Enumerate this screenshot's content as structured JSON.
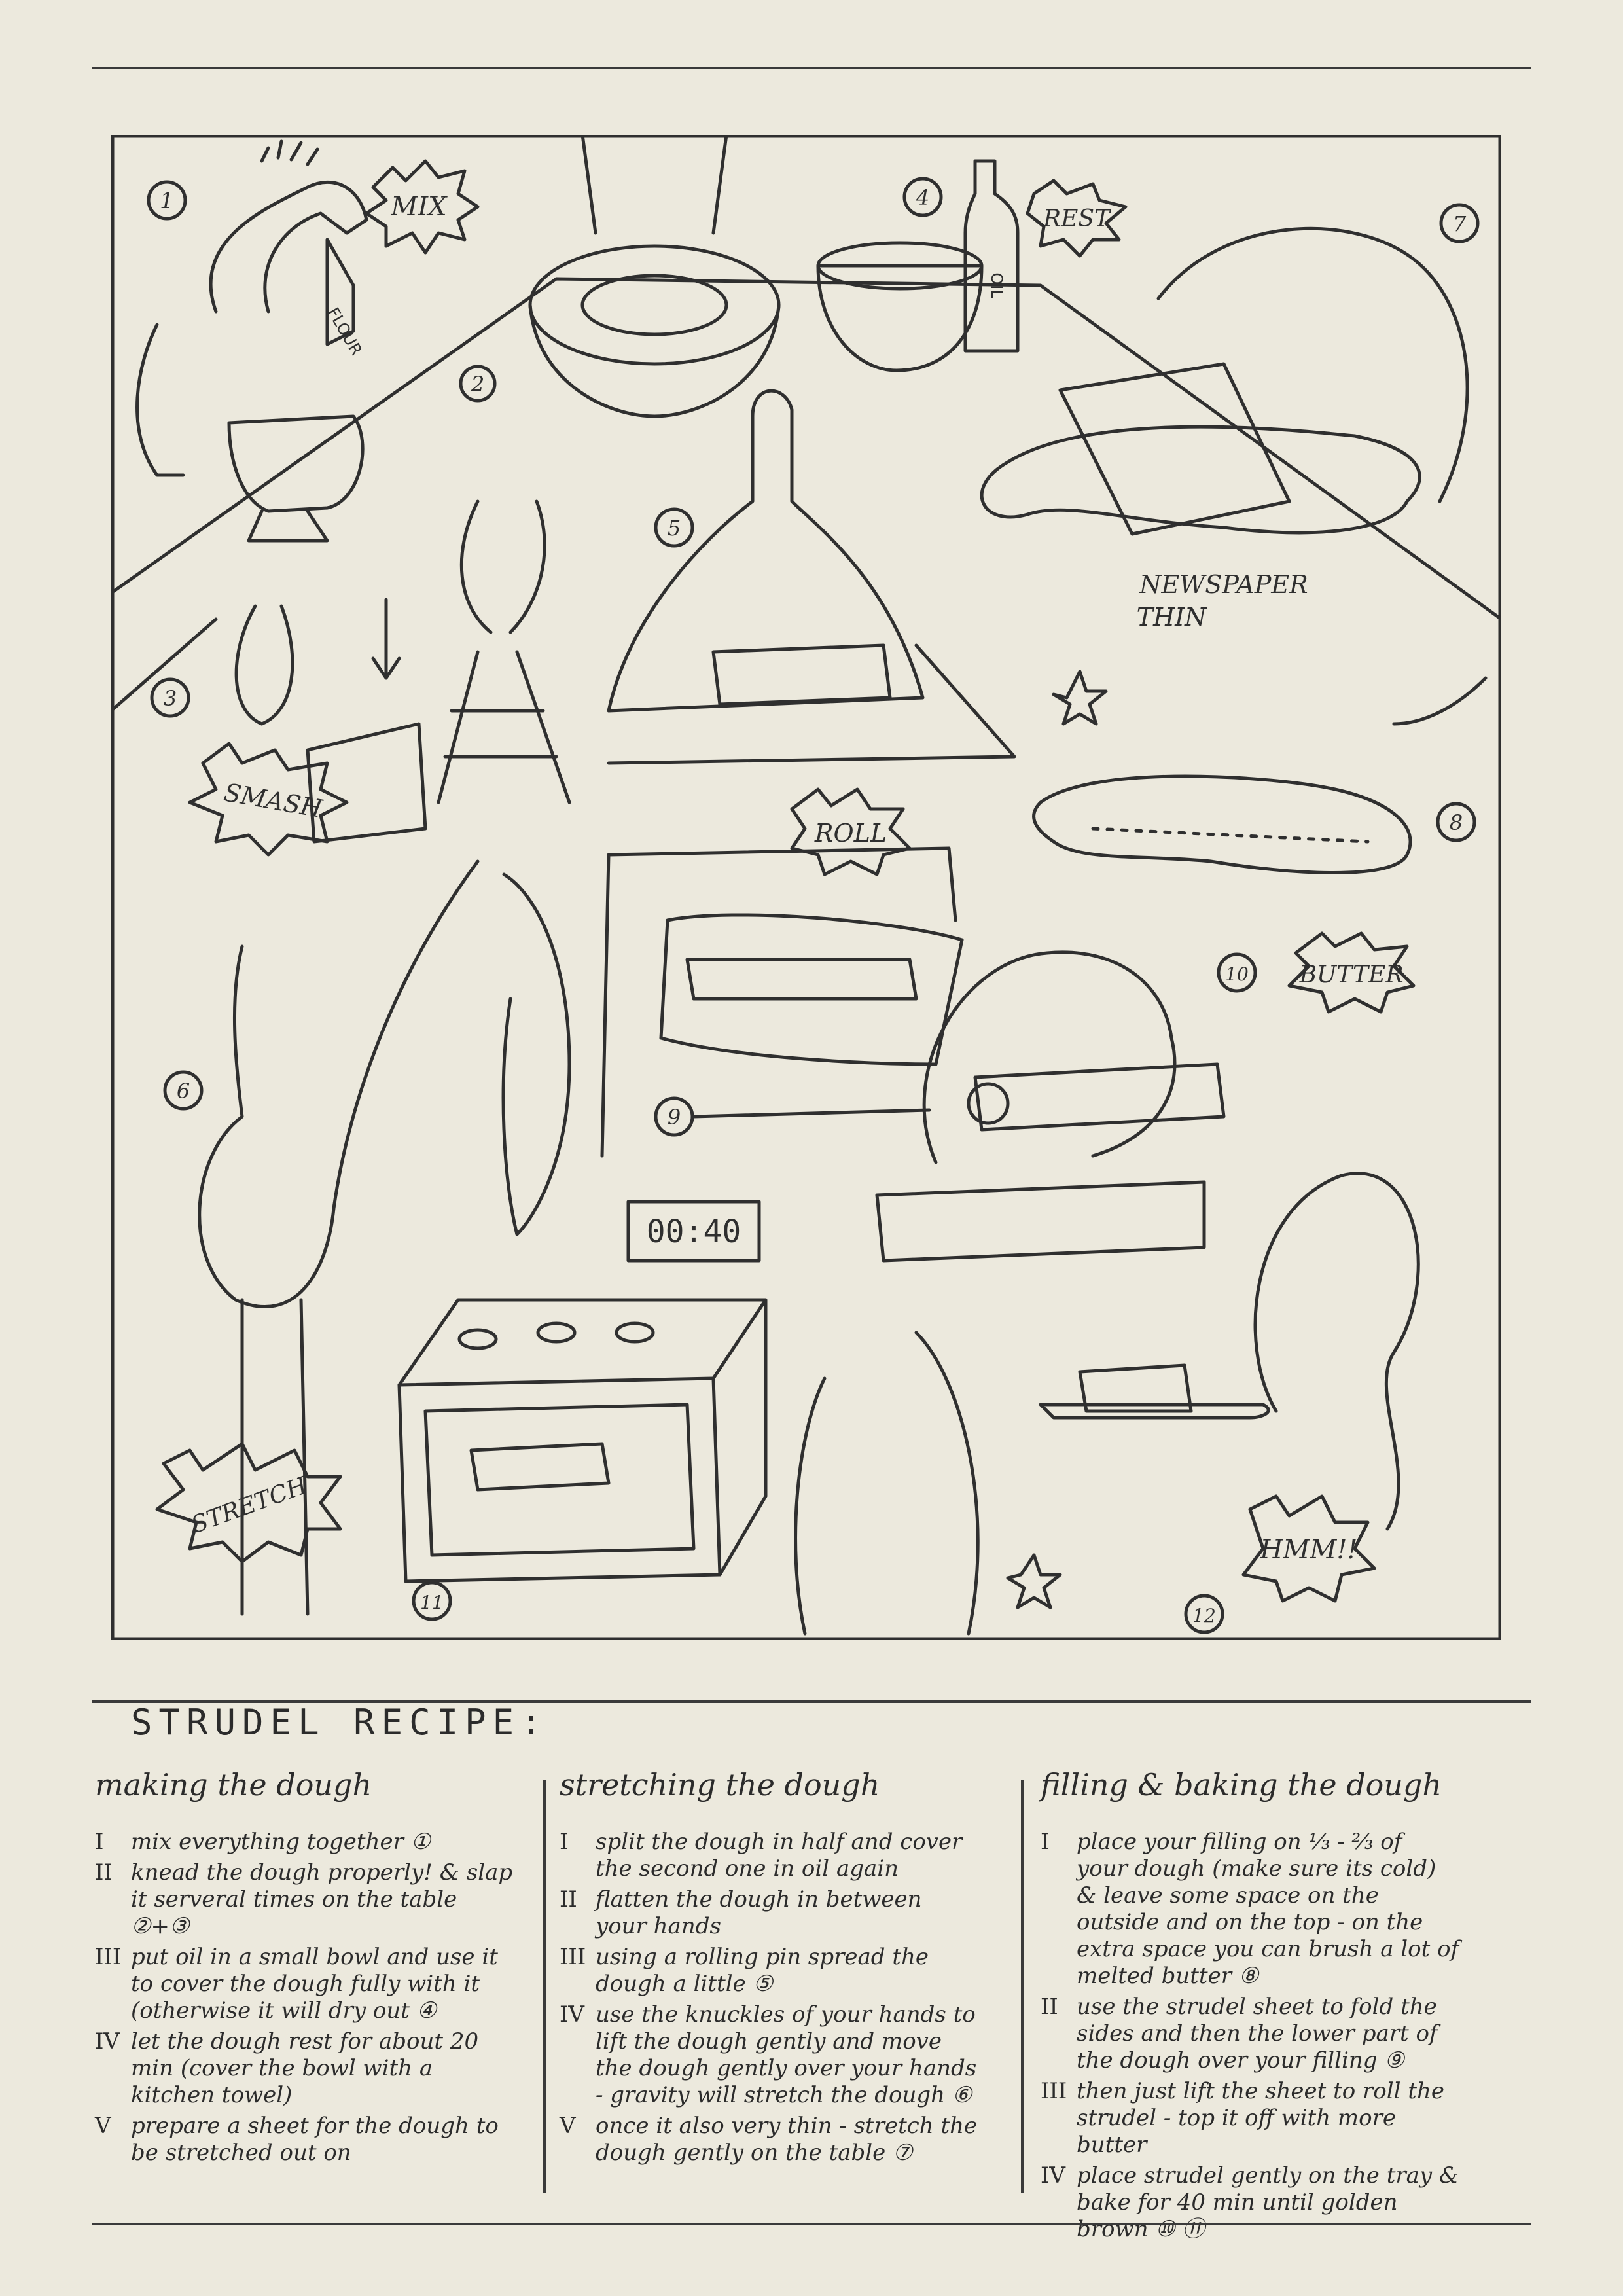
{
  "panel_numbers": [
    "1",
    "2",
    "3",
    "4",
    "5",
    "6",
    "7",
    "8",
    "9",
    "10",
    "11",
    "12"
  ],
  "panel_labels": {
    "mix": "MIX",
    "flour": "FLOUR",
    "rest": "REST",
    "oil": "OIL",
    "newspaper": "NEWSPAPER",
    "thin": "THIN",
    "smash": "SMASH",
    "roll": "ROLL",
    "butter": "BUTTER",
    "timer": "00:40",
    "stretch": "STRETCH",
    "hmm": "HMM!!"
  },
  "recipe": {
    "title": "STRUDEL RECIPE:",
    "columns": [
      {
        "heading": "making the dough",
        "steps": [
          {
            "num": "I",
            "text": "mix everything together ①"
          },
          {
            "num": "II",
            "text": "knead the dough properly! & slap it serveral times on the table ②+③"
          },
          {
            "num": "III",
            "text": "put oil in a small bowl and use it to cover the dough fully with it (otherwise it will dry out ④"
          },
          {
            "num": "IV",
            "text": "let the dough rest for about 20 min (cover the bowl with a kitchen towel)"
          },
          {
            "num": "V",
            "text": "prepare a sheet for the dough to be stretched out on"
          }
        ]
      },
      {
        "heading": "stretching the dough",
        "steps": [
          {
            "num": "I",
            "text": "split the dough in half and cover the second one in oil again"
          },
          {
            "num": "II",
            "text": "flatten the dough in between your hands"
          },
          {
            "num": "III",
            "text": "using a rolling pin spread the dough a little ⑤"
          },
          {
            "num": "IV",
            "text": "use the knuckles of your hands to lift the dough gently and move the dough gently over your hands - gravity will stretch the dough ⑥"
          },
          {
            "num": "V",
            "text": "once it also very thin - stretch the dough gently on the table ⑦"
          }
        ]
      },
      {
        "heading": "filling & baking the dough",
        "steps": [
          {
            "num": "I",
            "text": "place your filling on ⅓ - ⅔ of your dough (make sure its cold) & leave some space on the outside and on the top - on the extra space you can brush a lot of melted butter ⑧"
          },
          {
            "num": "II",
            "text": "use the strudel sheet to fold the sides and then the lower part of the dough over your filling ⑨"
          },
          {
            "num": "III",
            "text": "then just lift the sheet to roll the strudel - top it off with more butter"
          },
          {
            "num": "IV",
            "text": "place strudel gently on the tray & bake for 40 min until golden brown ⑩ ⑪"
          }
        ]
      }
    ]
  }
}
